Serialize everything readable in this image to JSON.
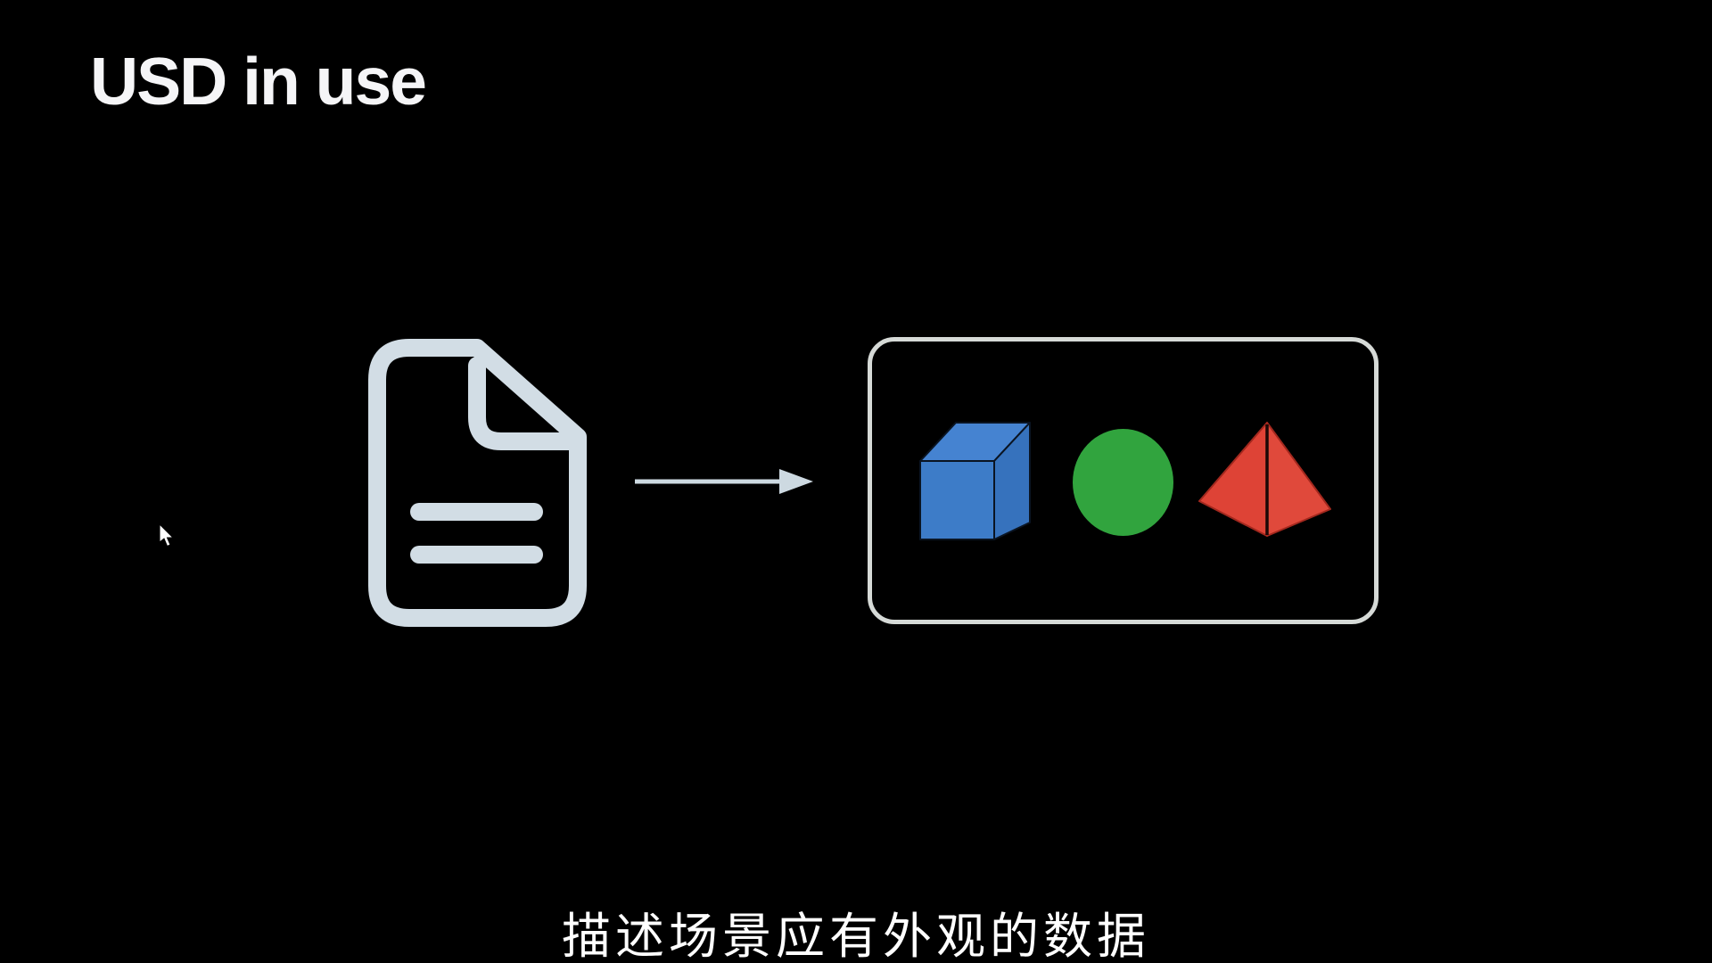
{
  "slide": {
    "title": "USD in use",
    "subtitle": "描述场景应有外观的数据"
  },
  "diagram": {
    "source_icon": "usd-file-document-icon",
    "connector": "right-arrow",
    "result_container": "scene-box",
    "result_shapes": [
      "blue-cube",
      "green-sphere",
      "red-pyramid"
    ]
  },
  "colors": {
    "background": "#000000",
    "title_text": "#f5f5f7",
    "subtitle_text": "#ffffff",
    "document_icon_stroke": "#d2dde5",
    "arrow": "#cdd9e1",
    "scene_box_border": "#d6dad7",
    "cube_front": "#3d7cc8",
    "cube_top": "#4583d1",
    "cube_right": "#3672bd",
    "cube_edge": "#0a1422",
    "sphere_green": "#31a43e",
    "pyramid_left": "#de4336",
    "pyramid_right": "#e0493b",
    "pyramid_edge": "#1c0806",
    "pyramid_outline": "#a3281e",
    "cursor_fill": "#ffffff"
  }
}
